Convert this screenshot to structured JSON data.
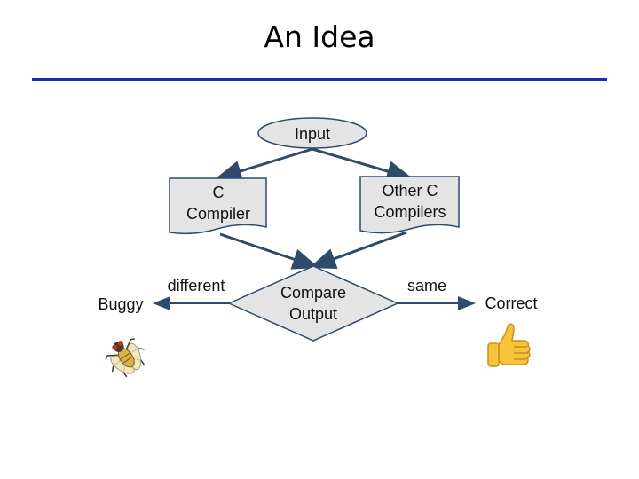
{
  "title": "An Idea",
  "nodes": {
    "input": "Input",
    "c_compiler": [
      "C",
      "Compiler"
    ],
    "other_compilers": [
      "Other C",
      "Compilers"
    ],
    "compare": [
      "Compare",
      "Output"
    ]
  },
  "edges": {
    "different": "different",
    "same": "same"
  },
  "outcomes": {
    "buggy": "Buggy",
    "correct": "Correct"
  },
  "icons": {
    "fly": "fly-icon",
    "thumbs_up": "thumbs-up-icon"
  },
  "colors": {
    "accent_rule": "#1f2ab8",
    "shape_fill": "#e4e4e4",
    "shape_stroke": "#2f4a6b",
    "arrow": "#2f4a6b"
  }
}
